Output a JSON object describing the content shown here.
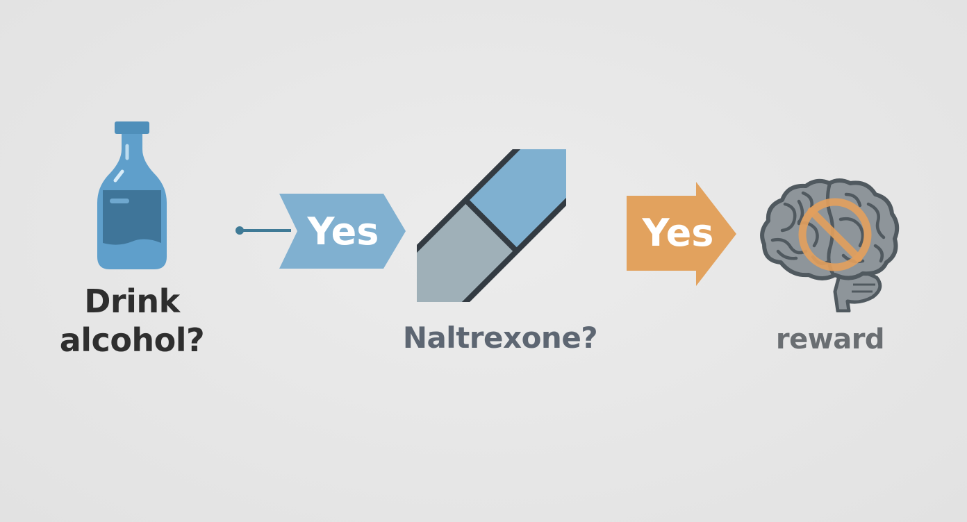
{
  "steps": [
    {
      "id": "drink",
      "icon": "bottle-icon",
      "label_line1": "Drink",
      "label_line2": "alcohol?"
    },
    {
      "id": "naltrexone",
      "icon": "pill-icon",
      "label": "Naltrexone?"
    },
    {
      "id": "reward",
      "icon": "brain-blocked-icon",
      "label": "reward"
    }
  ],
  "connectors": [
    {
      "label": "Yes",
      "color": "#80b0d0"
    },
    {
      "label": "Yes",
      "color": "#e2a25e"
    }
  ],
  "colors": {
    "bottle": "#5f9fcb",
    "bottle_liquid": "#3f7599",
    "pill_top": "#7fb0d0",
    "pill_bottom": "#9fb0b8",
    "pill_outline": "#333b42",
    "brain": "#8e959a",
    "brain_outline": "#50595f",
    "prohibition": "#e3a05d"
  }
}
